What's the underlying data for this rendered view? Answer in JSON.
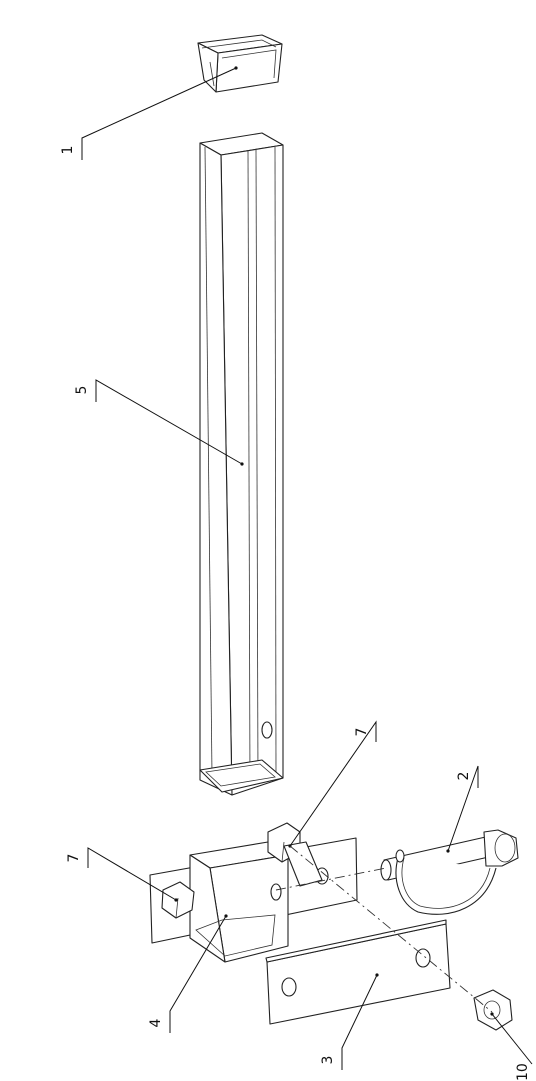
{
  "callouts": [
    {
      "id": "1",
      "label": "1",
      "color": "#2e6b1f"
    },
    {
      "id": "2",
      "label": "2",
      "color": "#111111"
    },
    {
      "id": "3",
      "label": "3",
      "color": "#111111"
    },
    {
      "id": "4",
      "label": "4",
      "color": "#111111"
    },
    {
      "id": "5",
      "label": "5",
      "color": "#111111"
    },
    {
      "id": "7a",
      "label": "7",
      "color": "#111111"
    },
    {
      "id": "7b",
      "label": "7",
      "color": "#111111"
    },
    {
      "id": "10",
      "label": "10",
      "color": "#111111"
    }
  ]
}
